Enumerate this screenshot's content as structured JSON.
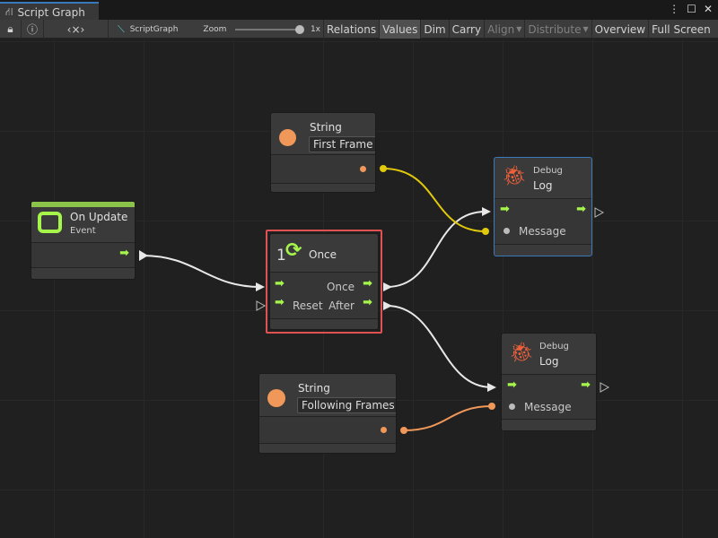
{
  "window": {
    "tab_title": "Script Graph"
  },
  "toolbar": {
    "graph_name": "ScriptGraph",
    "zoom_label": "Zoom",
    "zoom_value": "1x",
    "zoom_level": 1.0,
    "buttons": [
      "Relations",
      "Values",
      "Dim",
      "Carry",
      "Align",
      "Distribute",
      "Overview",
      "Full Screen"
    ]
  },
  "nodes": {
    "on_update": {
      "title": "On Update",
      "subtitle": "Event",
      "accent": "#8bc34a"
    },
    "string1": {
      "title": "String",
      "value": "First Frame"
    },
    "string2": {
      "title": "String",
      "value": "Following Frames"
    },
    "once": {
      "title": "Once",
      "icon_number": "1",
      "out_once": "Once",
      "in_reset": "Reset",
      "out_after": "After",
      "highlight": "#e05252"
    },
    "log1": {
      "category": "Debug",
      "title": "Log",
      "port": "Message"
    },
    "log2": {
      "category": "Debug",
      "title": "Log",
      "port": "Message"
    }
  },
  "colors": {
    "flow": "#a6f54a",
    "string_port": "#f0975a",
    "yellow_port": "#e1c90b",
    "edge": "#e8e8e8"
  }
}
